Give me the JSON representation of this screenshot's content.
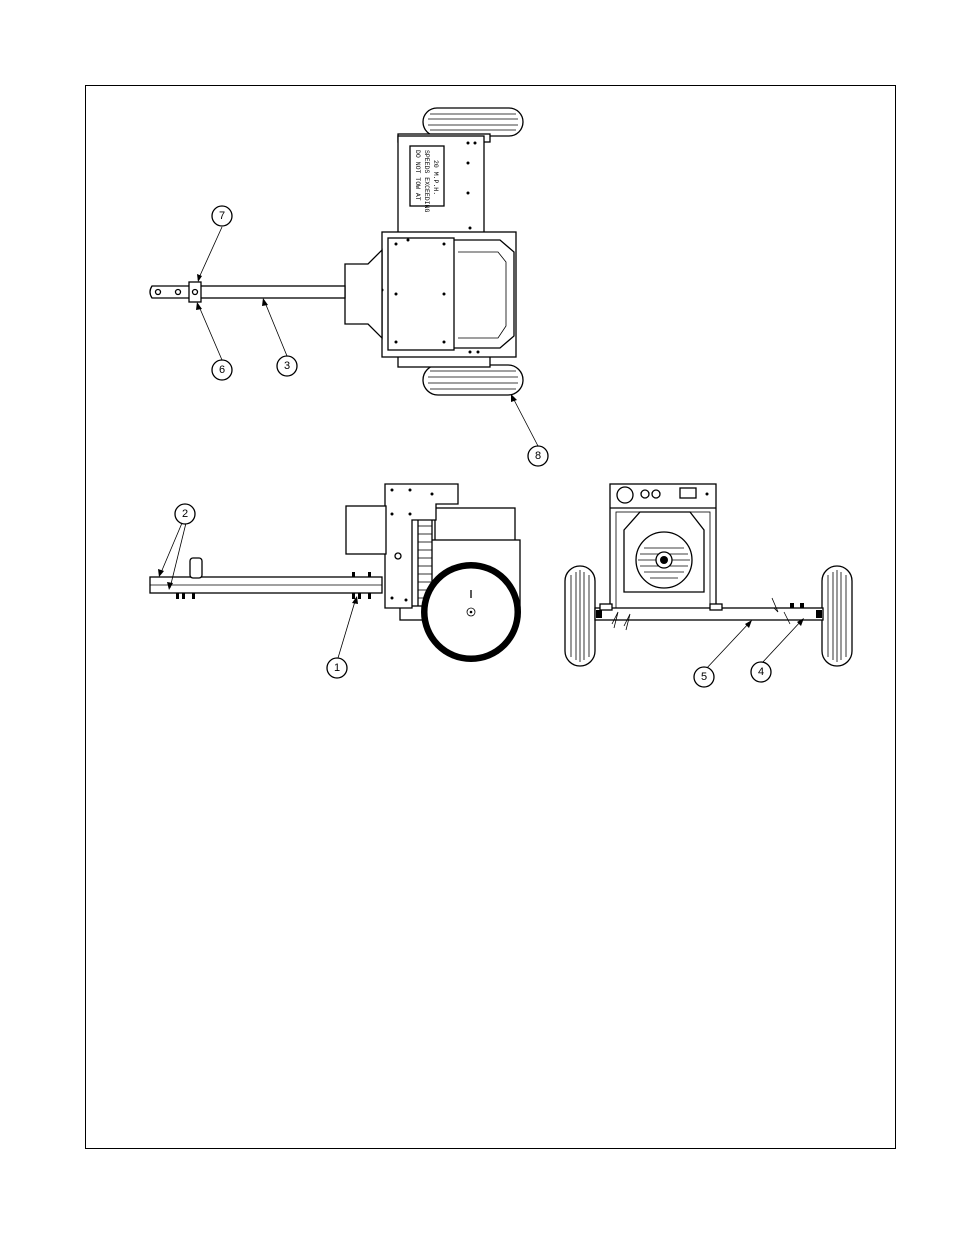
{
  "callouts": {
    "c1": "1",
    "c2": "2",
    "c3": "3",
    "c4": "4",
    "c5": "5",
    "c6": "6",
    "c7": "7",
    "c8": "8"
  },
  "decal": {
    "line1": "DO NOT TOW AT",
    "line2": "SPEEDS EXCEEDING",
    "line3": "20 M.P.H."
  }
}
